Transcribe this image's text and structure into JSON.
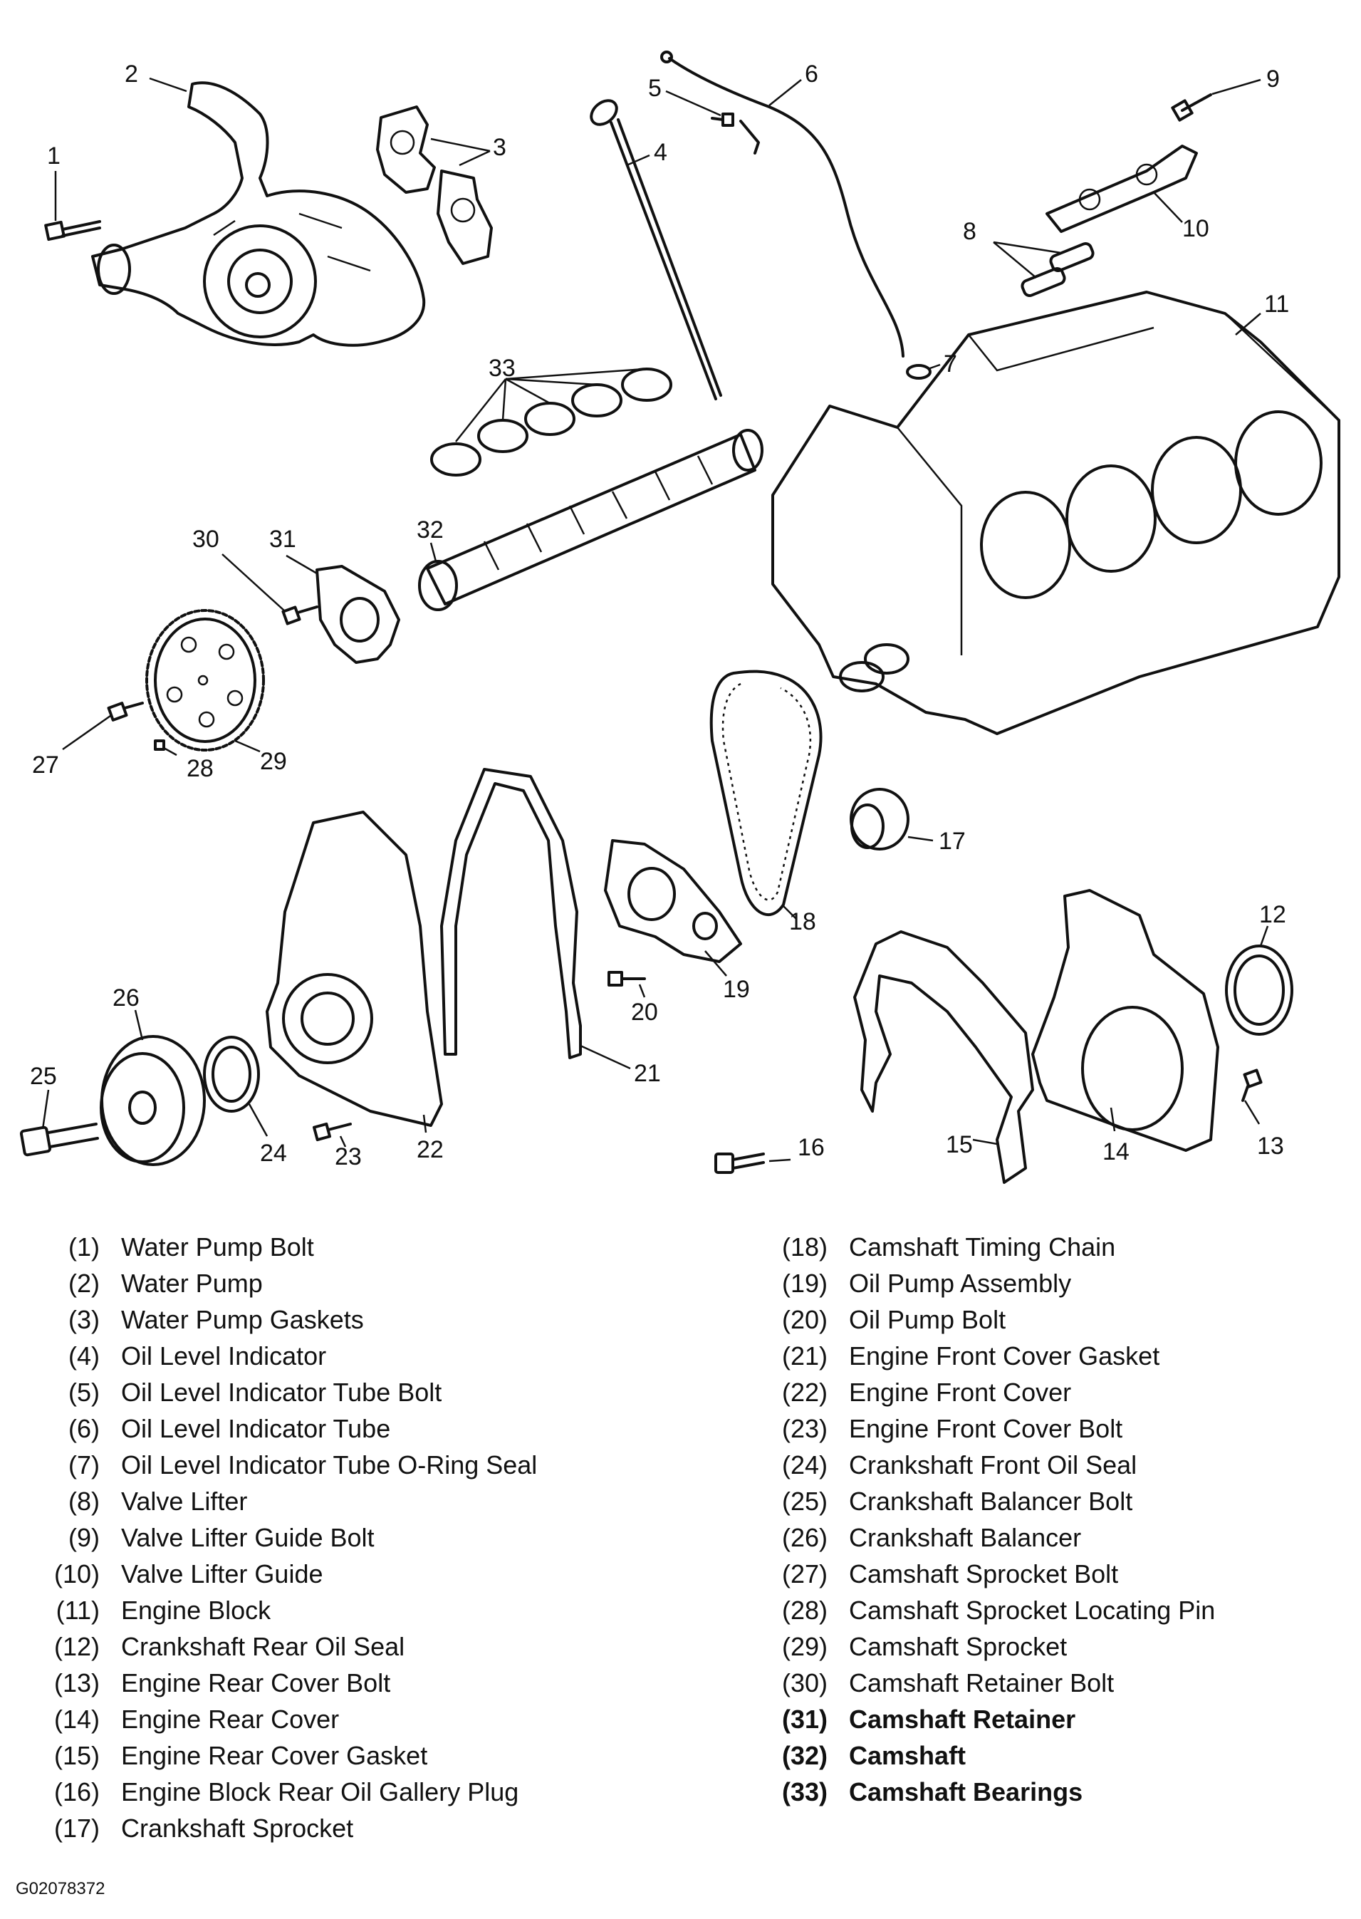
{
  "diagram": {
    "callouts": [
      "1",
      "2",
      "3",
      "4",
      "5",
      "6",
      "7",
      "8",
      "9",
      "10",
      "11",
      "12",
      "13",
      "14",
      "15",
      "16",
      "17",
      "18",
      "19",
      "20",
      "21",
      "22",
      "23",
      "24",
      "25",
      "26",
      "27",
      "28",
      "29",
      "30",
      "31",
      "32",
      "33"
    ]
  },
  "legend": {
    "left": [
      {
        "num": "(1)",
        "label": "Water Pump Bolt"
      },
      {
        "num": "(2)",
        "label": "Water Pump"
      },
      {
        "num": "(3)",
        "label": "Water Pump Gaskets"
      },
      {
        "num": "(4)",
        "label": "Oil Level Indicator"
      },
      {
        "num": "(5)",
        "label": "Oil Level Indicator Tube Bolt"
      },
      {
        "num": "(6)",
        "label": "Oil Level Indicator Tube"
      },
      {
        "num": "(7)",
        "label": "Oil Level Indicator Tube O-Ring Seal"
      },
      {
        "num": "(8)",
        "label": "Valve Lifter"
      },
      {
        "num": "(9)",
        "label": "Valve Lifter Guide Bolt"
      },
      {
        "num": "(10)",
        "label": "Valve Lifter Guide"
      },
      {
        "num": "(11)",
        "label": "Engine Block"
      },
      {
        "num": "(12)",
        "label": "Crankshaft Rear Oil Seal"
      },
      {
        "num": "(13)",
        "label": "Engine Rear Cover Bolt"
      },
      {
        "num": "(14)",
        "label": "Engine Rear Cover"
      },
      {
        "num": "(15)",
        "label": "Engine Rear Cover Gasket"
      },
      {
        "num": "(16)",
        "label": "Engine Block Rear Oil Gallery Plug"
      },
      {
        "num": "(17)",
        "label": "Crankshaft Sprocket"
      }
    ],
    "right": [
      {
        "num": "(18)",
        "label": "Camshaft Timing Chain"
      },
      {
        "num": "(19)",
        "label": "Oil Pump Assembly"
      },
      {
        "num": "(20)",
        "label": "Oil Pump Bolt"
      },
      {
        "num": "(21)",
        "label": "Engine Front Cover Gasket"
      },
      {
        "num": "(22)",
        "label": "Engine Front Cover"
      },
      {
        "num": "(23)",
        "label": "Engine Front Cover Bolt"
      },
      {
        "num": "(24)",
        "label": "Crankshaft Front Oil Seal"
      },
      {
        "num": "(25)",
        "label": "Crankshaft Balancer Bolt"
      },
      {
        "num": "(26)",
        "label": "Crankshaft Balancer"
      },
      {
        "num": "(27)",
        "label": "Camshaft Sprocket Bolt"
      },
      {
        "num": "(28)",
        "label": "Camshaft Sprocket Locating Pin"
      },
      {
        "num": "(29)",
        "label": "Camshaft Sprocket"
      },
      {
        "num": "(30)",
        "label": "Camshaft Retainer Bolt"
      },
      {
        "num": "(31)",
        "label": "Camshaft Retainer"
      },
      {
        "num": "(32)",
        "label": "Camshaft"
      },
      {
        "num": "(33)",
        "label": "Camshaft Bearings"
      }
    ]
  },
  "figure_id": "G02078372"
}
